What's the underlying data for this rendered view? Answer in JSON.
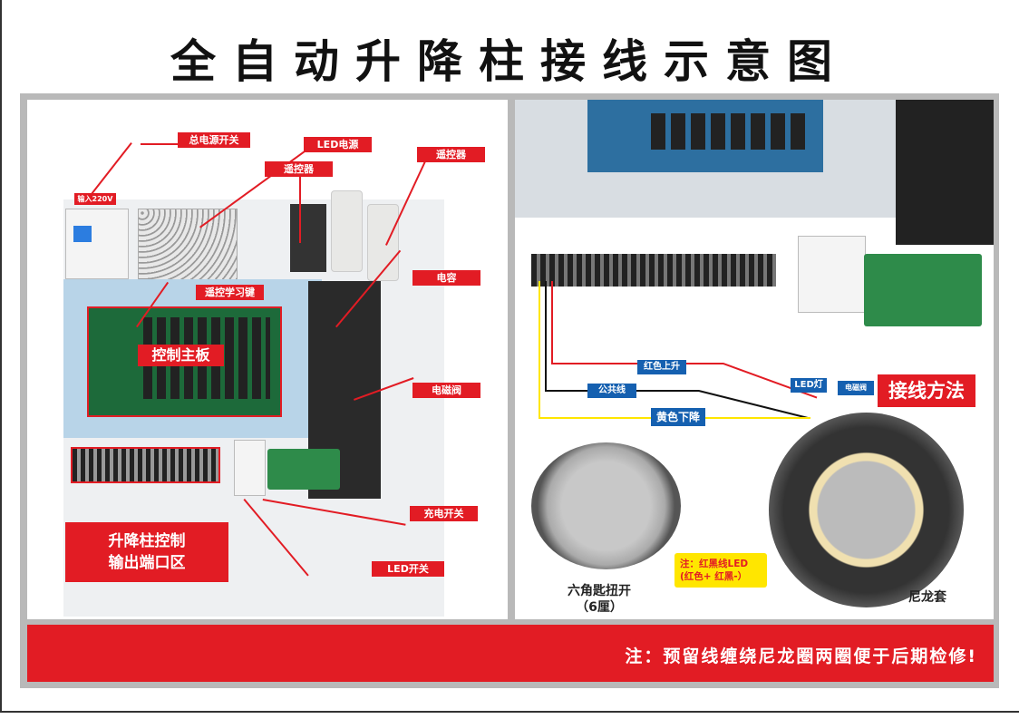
{
  "title": "全自动升降柱接线示意图",
  "left_panel": {
    "labels": {
      "main_switch": "总电源开关",
      "input_220v": "输入220V",
      "led_power": "LED电源",
      "receiver": "遥控器",
      "remote": "遥控器",
      "capacitor": "电容",
      "learn_key": "遥控学习键",
      "main_board": "控制主板",
      "solenoid": "电磁阀",
      "charge_switch": "充电开关",
      "led_switch": "LED开关",
      "output_area_line1": "升降柱控制",
      "output_area_line2": "输出端口区"
    }
  },
  "right_panel": {
    "labels": {
      "red_up": "红色上升",
      "common": "公共线",
      "yellow_down": "黄色下降",
      "led_light": "LED灯",
      "solenoid": "电磁阀",
      "wiring_method": "接线方法",
      "note_line1": "注：红黑线LED",
      "note_line2": "(红色+  红黑-）",
      "hex_key_line1": "六角匙扭开",
      "hex_key_line2": "（6厘）",
      "nylon_sleeve": "尼龙套"
    }
  },
  "footer_note": "注：预留线缠绕尼龙圈两圈便于后期检修!",
  "colors": {
    "accent_red": "#e21c24",
    "label_blue": "#1560b0",
    "note_yellow": "#ffe600"
  }
}
